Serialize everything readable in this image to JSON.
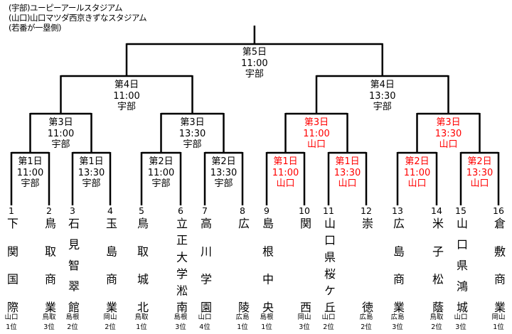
{
  "notes": [
    "(宇部)ユーピーアールスタジアム",
    "(山口)山口マツダ西京きずなスタジアム",
    "(若番が一塁側)"
  ],
  "colors": {
    "line": "#000000",
    "yamaguchi": "#ff0000",
    "text": "#000000"
  },
  "matches": [
    {
      "day": "第1日",
      "time": "11:00",
      "venue": "宇部",
      "red": false
    },
    {
      "day": "第1日",
      "time": "13:30",
      "venue": "宇部",
      "red": false
    },
    {
      "day": "第2日",
      "time": "11:00",
      "venue": "宇部",
      "red": false
    },
    {
      "day": "第2日",
      "time": "13:30",
      "venue": "宇部",
      "red": false
    },
    {
      "day": "第1日",
      "time": "11:00",
      "venue": "山口",
      "red": true
    },
    {
      "day": "第1日",
      "time": "13:30",
      "venue": "山口",
      "red": true
    },
    {
      "day": "第2日",
      "time": "11:00",
      "venue": "山口",
      "red": true
    },
    {
      "day": "第2日",
      "time": "13:30",
      "venue": "山口",
      "red": true
    },
    {
      "day": "第3日",
      "time": "11:00",
      "venue": "宇部",
      "red": false
    },
    {
      "day": "第3日",
      "time": "13:30",
      "venue": "宇部",
      "red": false
    },
    {
      "day": "第3日",
      "time": "11:00",
      "venue": "山口",
      "red": true
    },
    {
      "day": "第3日",
      "time": "13:30",
      "venue": "山口",
      "red": true
    },
    {
      "day": "第4日",
      "time": "11:00",
      "venue": "宇部",
      "red": false
    },
    {
      "day": "第4日",
      "time": "13:30",
      "venue": "宇部",
      "red": false
    },
    {
      "day": "第5日",
      "time": "11:00",
      "venue": "宇部",
      "red": false
    }
  ],
  "teams": [
    {
      "num": "1",
      "name": "下関国際",
      "pref": "山口",
      "rank": "1位"
    },
    {
      "num": "2",
      "name": "鳥取商業",
      "pref": "鳥取",
      "rank": "3位"
    },
    {
      "num": "3",
      "name": "石見智翠館",
      "pref": "島根",
      "rank": "2位"
    },
    {
      "num": "4",
      "name": "玉島商業",
      "pref": "岡山",
      "rank": "2位"
    },
    {
      "num": "5",
      "name": "鳥取城北",
      "pref": "鳥取",
      "rank": "1位"
    },
    {
      "num": "6",
      "name": "立正大学淞南",
      "pref": "島根",
      "rank": "3位"
    },
    {
      "num": "7",
      "name": "高川学園",
      "pref": "山口",
      "rank": "4位"
    },
    {
      "num": "8",
      "name": "広陵",
      "pref": "広島",
      "rank": "1位"
    },
    {
      "num": "9",
      "name": "島根中央",
      "pref": "島根",
      "rank": "1位"
    },
    {
      "num": "10",
      "name": "関西",
      "pref": "岡山",
      "rank": "3位"
    },
    {
      "num": "11",
      "name": "山口県桜ケ丘",
      "pref": "山口",
      "rank": "2位"
    },
    {
      "num": "12",
      "name": "崇徳",
      "pref": "広島",
      "rank": "2位"
    },
    {
      "num": "13",
      "name": "広島商業",
      "pref": "広島",
      "rank": "3位"
    },
    {
      "num": "14",
      "name": "米子松蔭",
      "pref": "鳥取",
      "rank": "2位"
    },
    {
      "num": "15",
      "name": "山口県鴻城",
      "pref": "山口",
      "rank": "3位"
    },
    {
      "num": "16",
      "name": "倉敷商業",
      "pref": "岡山",
      "rank": "1位"
    }
  ]
}
